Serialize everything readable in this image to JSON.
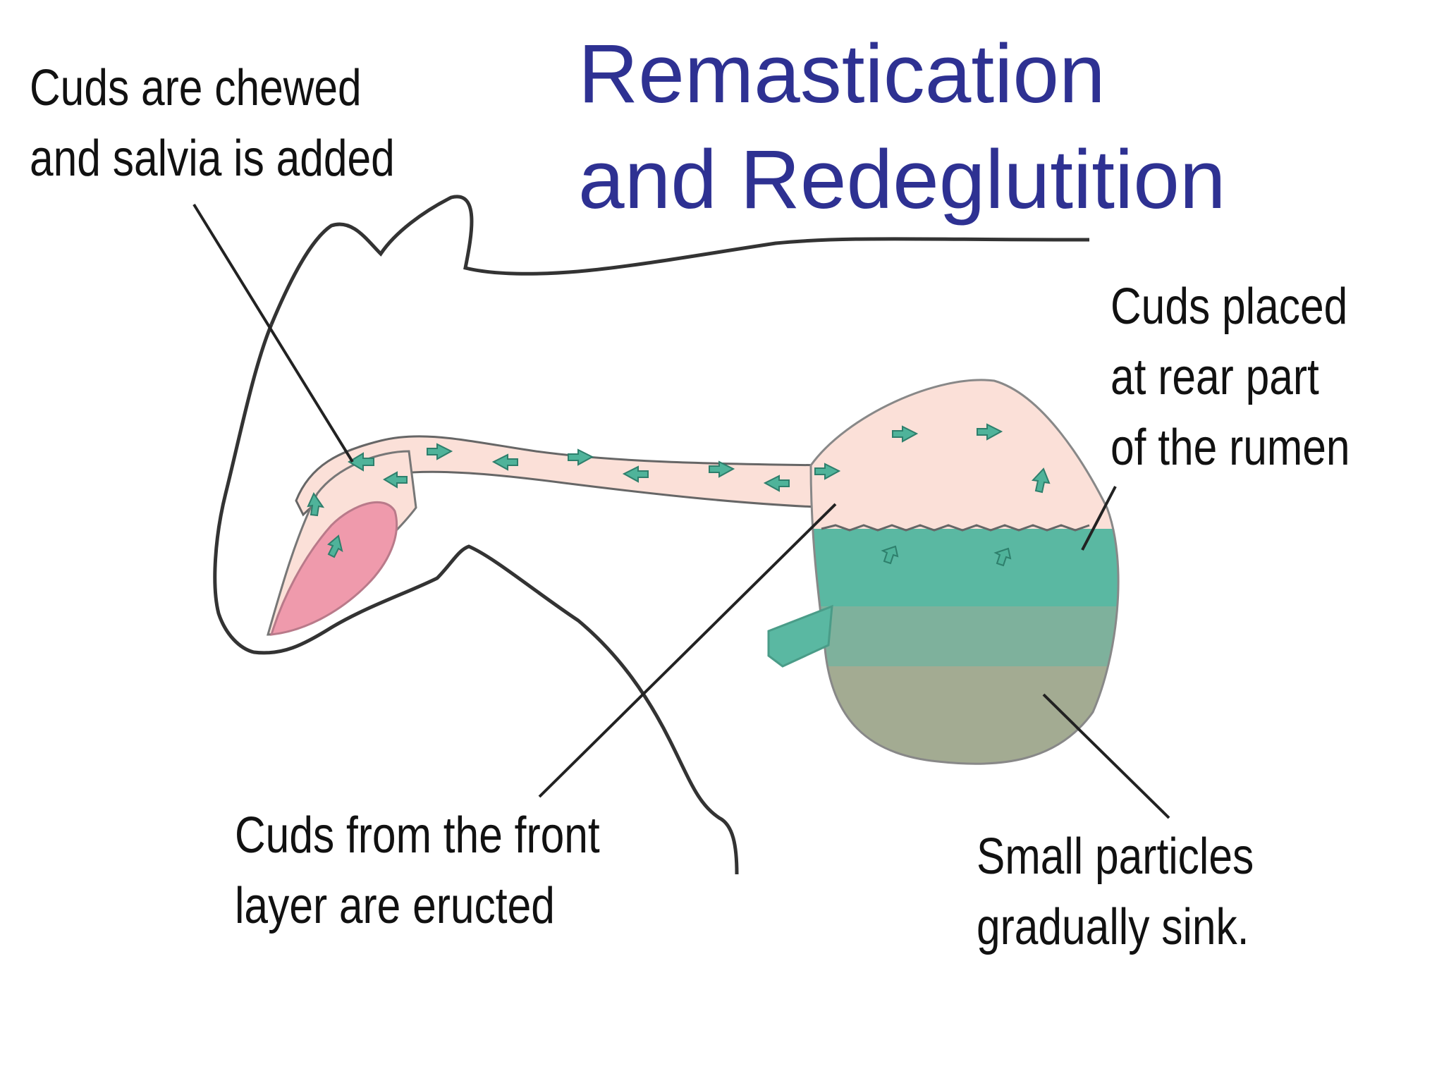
{
  "title": {
    "line1": "Remastication",
    "line2": "and Redeglutition"
  },
  "labels": {
    "chewed": {
      "line1": "Cuds are chewed",
      "line2": "and salvia is added"
    },
    "placed": {
      "line1": "Cuds placed",
      "line2": "at rear part",
      "line3": "of the rumen"
    },
    "eructed": {
      "line1": "Cuds from the front",
      "line2": "layer are eructed"
    },
    "sink": {
      "line1": "Small particles",
      "line2": "gradually sink."
    }
  },
  "colors": {
    "title": "#2e3192",
    "esophagus": "#fbe0d8",
    "tongue": "#ef9aac",
    "cud": "#4fb39a",
    "rumen_top": "#fbe0d8",
    "rumen_layer1": "#5ab8a2",
    "rumen_layer2": "#7eb19c",
    "rumen_layer3": "#a3ab92"
  }
}
